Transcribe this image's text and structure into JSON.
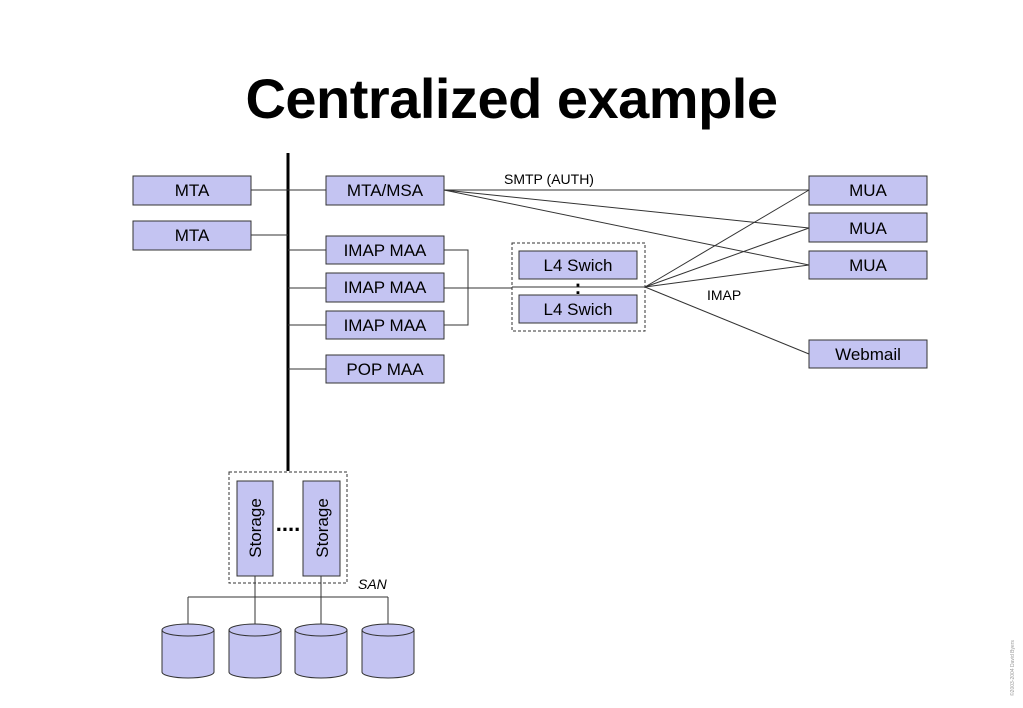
{
  "title": "Centralized example",
  "colors": {
    "node_fill": "#c4c4f2",
    "line": "#333333",
    "background": "#ffffff"
  },
  "left_nodes": [
    {
      "id": "mta-1",
      "label": "MTA"
    },
    {
      "id": "mta-2",
      "label": "MTA"
    }
  ],
  "bus_nodes": [
    {
      "id": "mta-msa",
      "label": "MTA/MSA"
    },
    {
      "id": "imap-maa-1",
      "label": "IMAP MAA"
    },
    {
      "id": "imap-maa-2",
      "label": "IMAP MAA"
    },
    {
      "id": "imap-maa-3",
      "label": "IMAP MAA"
    },
    {
      "id": "pop-maa",
      "label": "POP MAA"
    }
  ],
  "switch_nodes": [
    {
      "id": "l4-swich-1",
      "label": "L4 Swich"
    },
    {
      "id": "l4-swich-2",
      "label": "L4 Swich"
    }
  ],
  "client_nodes": [
    {
      "id": "mua-1",
      "label": "MUA"
    },
    {
      "id": "mua-2",
      "label": "MUA"
    },
    {
      "id": "mua-3",
      "label": "MUA"
    },
    {
      "id": "webmail",
      "label": "Webmail"
    }
  ],
  "storage_nodes": [
    {
      "id": "storage-1",
      "label": "Storage"
    },
    {
      "id": "storage-2",
      "label": "Storage"
    }
  ],
  "disk_count": 4,
  "labels": {
    "smtp": "SMTP (AUTH)",
    "imap": "IMAP",
    "san": "SAN",
    "storage_ellipsis": "....",
    "switch_ellipsis": ":"
  },
  "copyright": "©2003-2004 David Byers"
}
